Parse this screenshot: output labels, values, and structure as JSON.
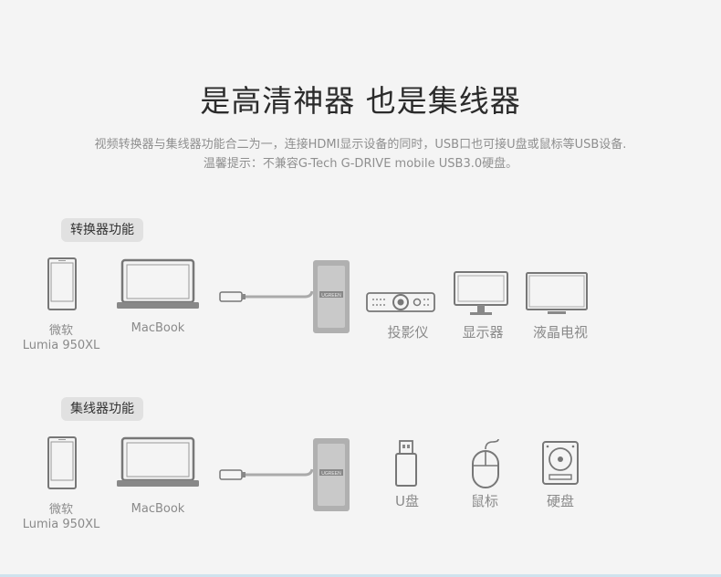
{
  "header": {
    "title": "是高清神器 也是集线器",
    "line1": "视频转换器与集线器功能合二为一，连接HDMI显示设备的同时，USB口也可接U盘或鼠标等USB设备.",
    "line2": "温馨提示：不兼容G-Tech G-DRIVE mobile USB3.0硬盘。"
  },
  "section1": {
    "badge": "转换器功能",
    "phone_label1": "微软",
    "phone_label2": "Lumia 950XL",
    "laptop_label": "MacBook",
    "projector_label": "投影仪",
    "monitor_label": "显示器",
    "tv_label": "液晶电视"
  },
  "section2": {
    "badge": "集线器功能",
    "phone_label1": "微软",
    "phone_label2": "Lumia 950XL",
    "laptop_label": "MacBook",
    "usb_label": "U盘",
    "mouse_label": "鼠标",
    "hdd_label": "硬盘"
  },
  "colors": {
    "background": "#f4f4f4",
    "device_stroke": "#777777",
    "hub_body": "#a8a8a8"
  }
}
